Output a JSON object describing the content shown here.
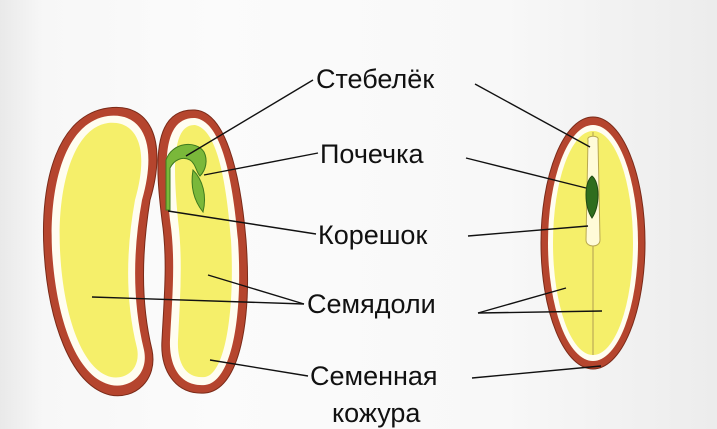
{
  "labels": {
    "stem": "Стебелёк",
    "bud": "Почечка",
    "root": "Корешок",
    "cotyledons": "Семядоли",
    "seed_coat_line1": "Семенная",
    "seed_coat_line2": "кожура"
  },
  "colors": {
    "seed_coat": "#b5452e",
    "cotyledon": "#f5ef6a",
    "embryo_green": "#7ab83a",
    "bud_dark": "#2f6d1e",
    "line": "#111111"
  }
}
